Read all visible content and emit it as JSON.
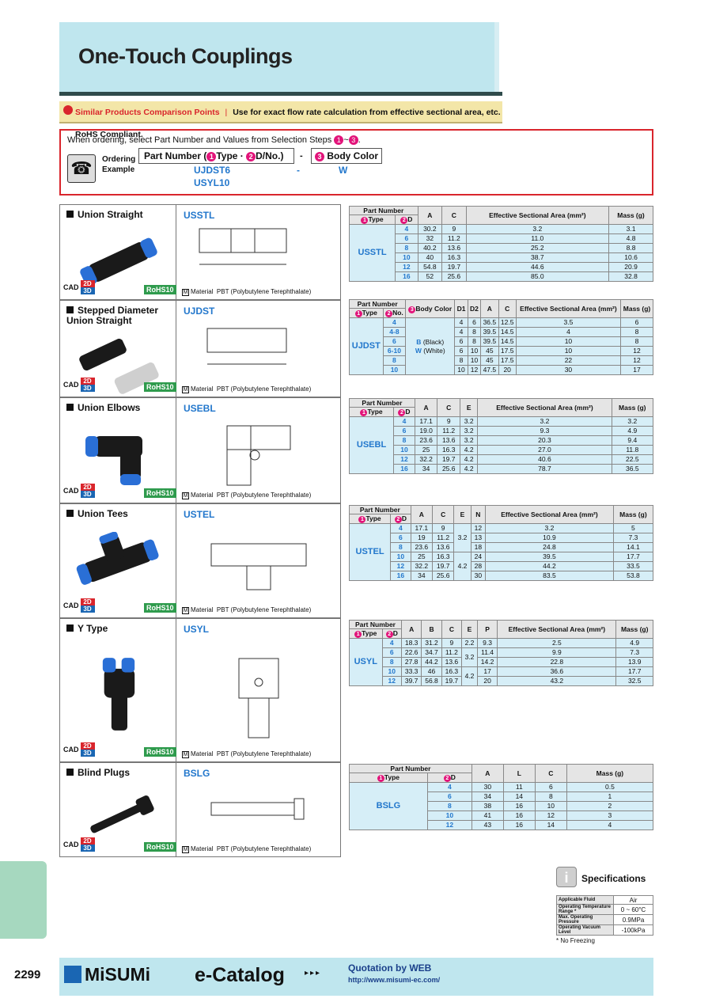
{
  "header": {
    "title": "One-Touch Couplings"
  },
  "similar": {
    "label": "Similar Products Comparison Points",
    "sep": "|",
    "note": "Use for exact flow rate calculation from effective sectional area, etc. RoHS Compliant."
  },
  "ordering": {
    "intro": "When ordering, select Part Number and Values from Selection Steps",
    "step1": "1",
    "tilde": "~",
    "step3": "3",
    "period": ".",
    "label1": "Ordering",
    "label2": "Example",
    "part_number_label": "Part Number (",
    "type_label": "Type · ",
    "d_label": "D/No.)",
    "dash": "-",
    "body_color_label": "Body Color",
    "n1": "1",
    "n2": "2",
    "n3": "3",
    "ex1": "UJDST6",
    "ex_dash": "-",
    "ex_color": "W",
    "ex2": "USYL10"
  },
  "common": {
    "cad": "CAD",
    "d2": "2D",
    "d3": "3D",
    "rohs": "RoHS10",
    "m": "M",
    "material": "Material",
    "material_value": "PBT (Polybutylene Terephthalate)"
  },
  "products": [
    {
      "name": "Union Straight",
      "code": "USSTL",
      "headers": {
        "pn": "Part Number",
        "type": "Type",
        "d": "D",
        "cols": [
          "A",
          "C",
          "Effective Sectional Area (mm²)",
          "Mass (g)"
        ]
      },
      "rows": [
        [
          "4",
          "30.2",
          "9",
          "3.2",
          "3.1"
        ],
        [
          "6",
          "32",
          "11.2",
          "11.0",
          "4.8"
        ],
        [
          "8",
          "40.2",
          "13.6",
          "25.2",
          "8.8"
        ],
        [
          "10",
          "40",
          "16.3",
          "38.7",
          "10.6"
        ],
        [
          "12",
          "54.8",
          "19.7",
          "44.6",
          "20.9"
        ],
        [
          "16",
          "52",
          "25.6",
          "85.0",
          "32.8"
        ]
      ]
    },
    {
      "name": "Stepped Diameter Union Straight",
      "code": "UJDST",
      "headers": {
        "pn": "Part Number",
        "type": "Type",
        "no": "No.",
        "body": "Body Color",
        "cols": [
          "D1",
          "D2",
          "A",
          "C",
          "Effective Sectional Area (mm²)",
          "Mass (g)"
        ]
      },
      "body_b": "B",
      "body_b_txt": "(Black)",
      "body_w": "W",
      "body_w_txt": "(White)",
      "rows": [
        [
          "4",
          "4",
          "6",
          "36.5",
          "12.5",
          "3.5",
          "6"
        ],
        [
          "4-8",
          "4",
          "8",
          "39.5",
          "14.5",
          "4",
          "8"
        ],
        [
          "6",
          "6",
          "8",
          "39.5",
          "14.5",
          "10",
          "8"
        ],
        [
          "6-10",
          "6",
          "10",
          "45",
          "17.5",
          "10",
          "12"
        ],
        [
          "8",
          "8",
          "10",
          "45",
          "17.5",
          "22",
          "12"
        ],
        [
          "10",
          "10",
          "12",
          "47.5",
          "20",
          "30",
          "17"
        ]
      ]
    },
    {
      "name": "Union Elbows",
      "code": "USEBL",
      "headers": {
        "pn": "Part Number",
        "type": "Type",
        "d": "D",
        "cols": [
          "A",
          "C",
          "E",
          "Effective Sectional Area (mm²)",
          "Mass (g)"
        ]
      },
      "rows": [
        [
          "4",
          "17.1",
          "9",
          "3.2",
          "3.2",
          "3.2"
        ],
        [
          "6",
          "19.0",
          "11.2",
          "3.2",
          "9.3",
          "4.9"
        ],
        [
          "8",
          "23.6",
          "13.6",
          "3.2",
          "20.3",
          "9.4"
        ],
        [
          "10",
          "25",
          "16.3",
          "4.2",
          "27.0",
          "11.8"
        ],
        [
          "12",
          "32.2",
          "19.7",
          "4.2",
          "40.6",
          "22.5"
        ],
        [
          "16",
          "34",
          "25.6",
          "4.2",
          "78.7",
          "36.5"
        ]
      ]
    },
    {
      "name": "Union Tees",
      "code": "USTEL",
      "headers": {
        "pn": "Part Number",
        "type": "Type",
        "d": "D",
        "cols": [
          "A",
          "C",
          "E",
          "N",
          "Effective Sectional Area (mm²)",
          "Mass (g)"
        ]
      },
      "e_a": "3.2",
      "e_b": "4.2",
      "rows": [
        [
          "4",
          "17.1",
          "9",
          "12",
          "3.2",
          "5"
        ],
        [
          "6",
          "19",
          "11.2",
          "13",
          "10.9",
          "7.3"
        ],
        [
          "8",
          "23.6",
          "13.6",
          "18",
          "24.8",
          "14.1"
        ],
        [
          "10",
          "25",
          "16.3",
          "24",
          "39.5",
          "17.7"
        ],
        [
          "12",
          "32.2",
          "19.7",
          "28",
          "44.2",
          "33.5"
        ],
        [
          "16",
          "34",
          "25.6",
          "30",
          "83.5",
          "53.8"
        ]
      ]
    },
    {
      "name": "Y Type",
      "code": "USYL",
      "headers": {
        "pn": "Part Number",
        "type": "Type",
        "d": "D",
        "cols": [
          "A",
          "B",
          "C",
          "E",
          "P",
          "Effective Sectional Area (mm²)",
          "Mass (g)"
        ]
      },
      "rows": [
        [
          "4",
          "18.3",
          "31.2",
          "9",
          "2.2",
          "9.3",
          "2.5",
          "4.9"
        ],
        [
          "6",
          "22.6",
          "34.7",
          "11.2",
          "",
          "11.4",
          "9.9",
          "7.3"
        ],
        [
          "8",
          "27.8",
          "44.2",
          "13.6",
          "3.2",
          "14.2",
          "22.8",
          "13.9"
        ],
        [
          "10",
          "33.3",
          "46",
          "16.3",
          "",
          "17",
          "36.6",
          "17.7"
        ],
        [
          "12",
          "39.7",
          "56.8",
          "19.7",
          "4.2",
          "20",
          "43.2",
          "32.5"
        ]
      ]
    },
    {
      "name": "Blind Plugs",
      "code": "BSLG",
      "headers": {
        "pn": "Part Number",
        "type": "Type",
        "d": "D",
        "cols": [
          "A",
          "L",
          "C",
          "Mass (g)"
        ]
      },
      "rows": [
        [
          "4",
          "30",
          "11",
          "6",
          "0.5"
        ],
        [
          "6",
          "34",
          "14",
          "8",
          "1"
        ],
        [
          "8",
          "38",
          "16",
          "10",
          "2"
        ],
        [
          "10",
          "41",
          "16",
          "12",
          "3"
        ],
        [
          "12",
          "43",
          "16",
          "14",
          "4"
        ]
      ]
    }
  ],
  "specifications": {
    "title": "Specifications",
    "icon": "i",
    "rows": [
      {
        "k": "Applicable Fluid",
        "v": "Air"
      },
      {
        "k": "Operating Temperature Range *",
        "v": "0 ~ 60°C"
      },
      {
        "k": "Max. Operating Pressure",
        "v": "0.9MPa"
      },
      {
        "k": "Operating Vacuum Level",
        "v": "-100kPa"
      }
    ],
    "note": "* No Freezing"
  },
  "footer": {
    "page": "2299",
    "brand": "MiSUMi",
    "catalog": "e-Catalog",
    "arrows": "▸▸▸",
    "quote": "Quotation by WEB",
    "url": "http://www.misumi-ec.com/"
  }
}
